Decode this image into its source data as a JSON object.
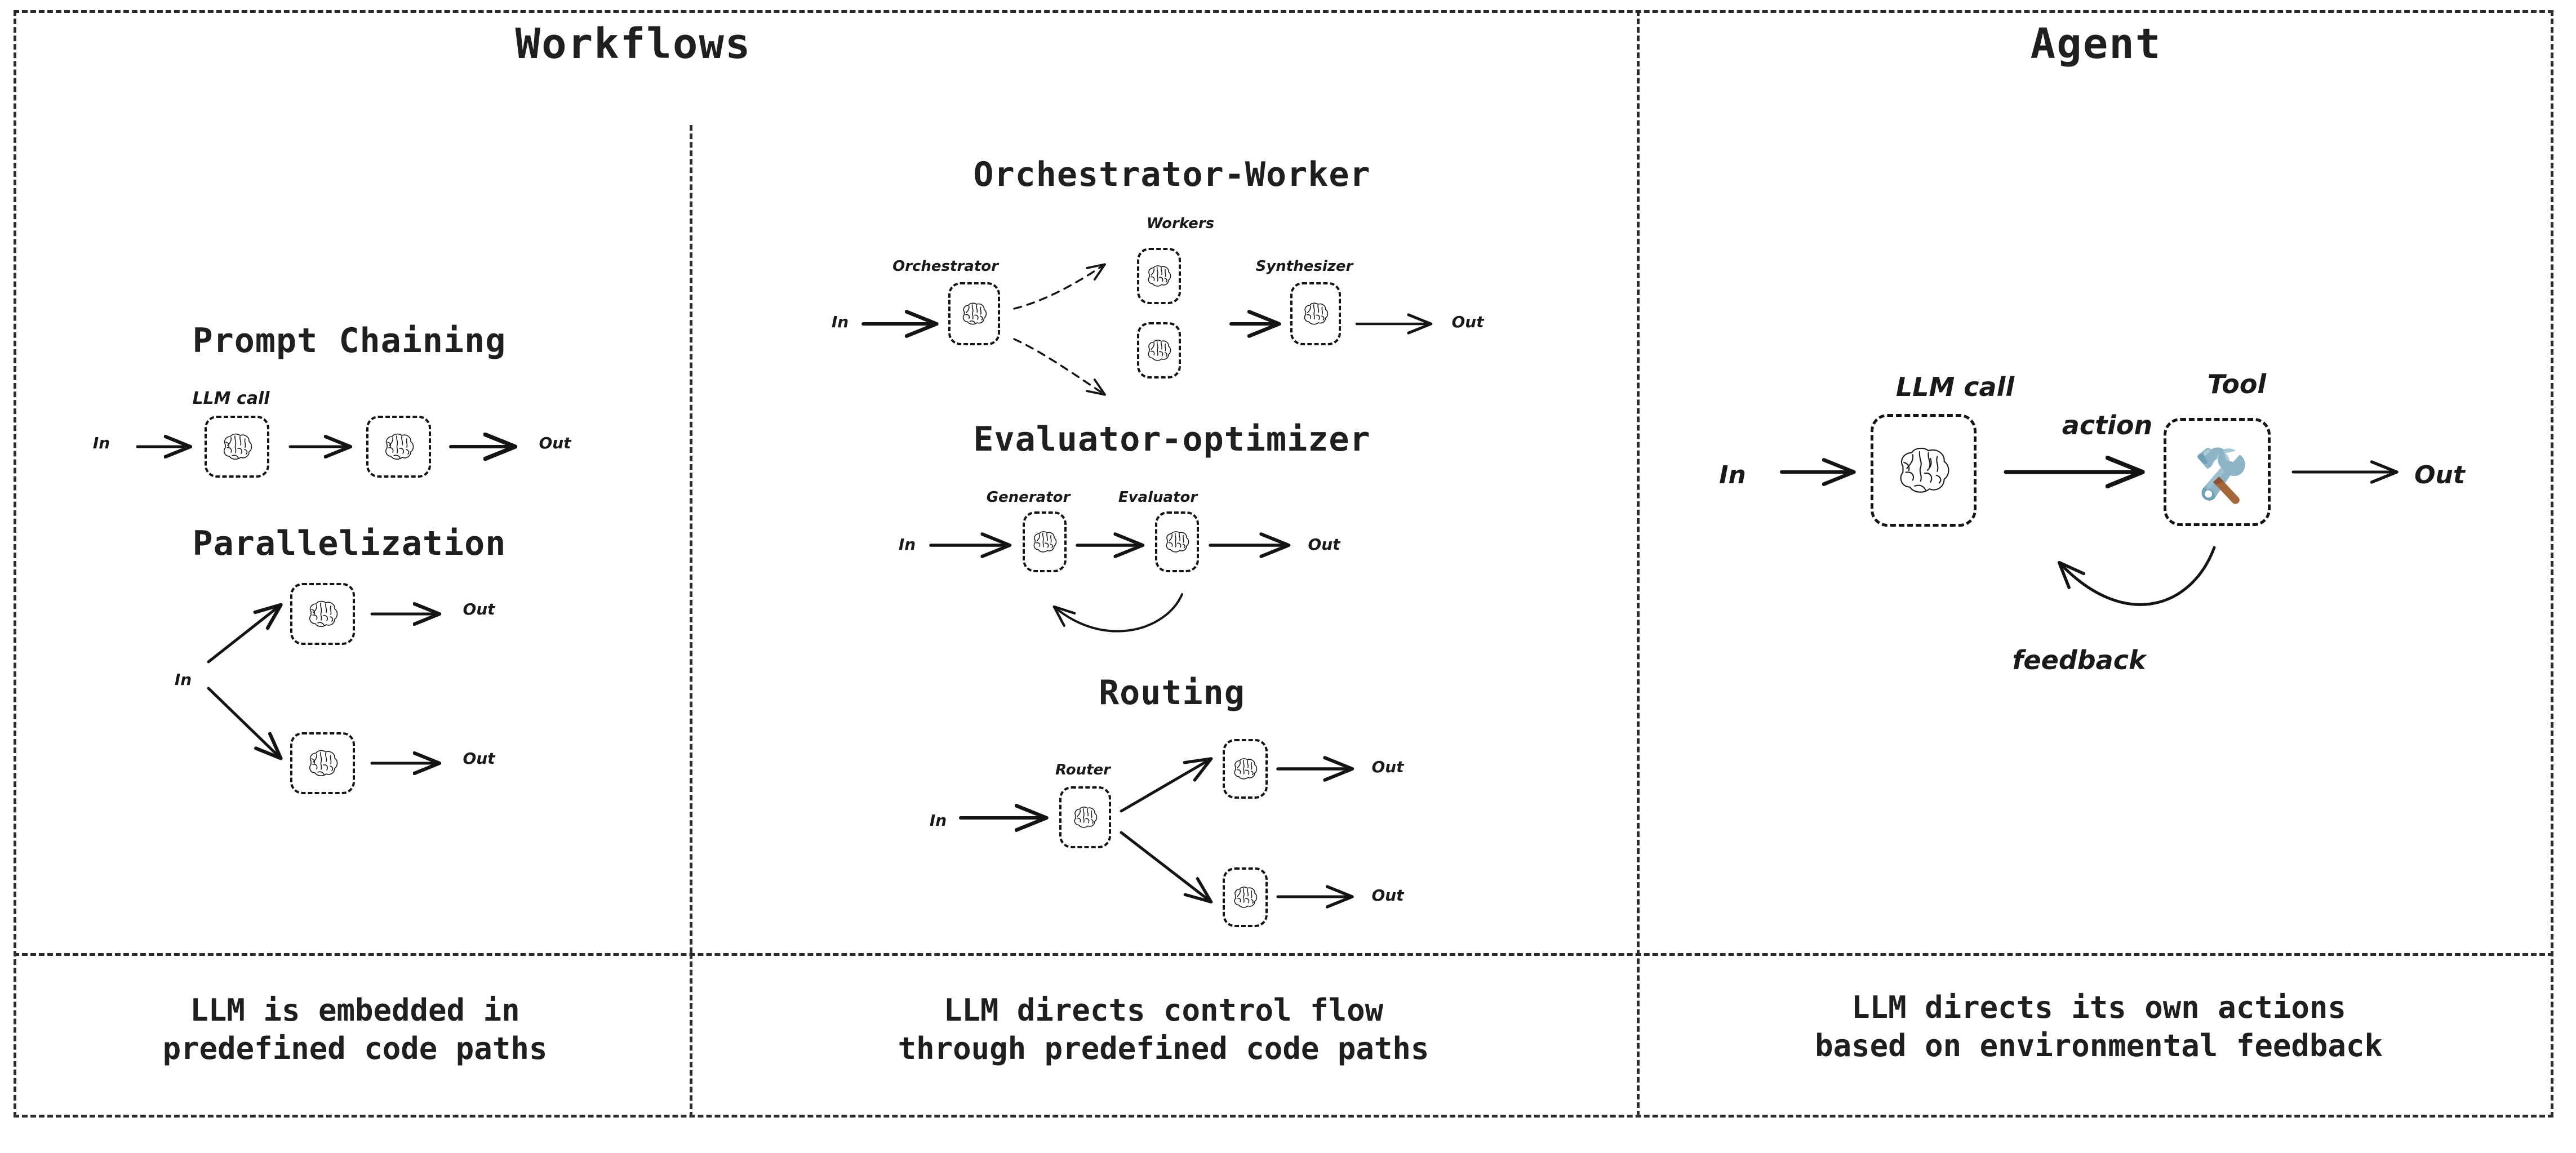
{
  "figure": {
    "title": "Agent workflow patterns",
    "background": "#ffffff",
    "ink": "#1a1a1a"
  },
  "panels": [
    {
      "id": "workflows",
      "header": "Workflows",
      "caption": "LLM is embedded in\npredefined code paths"
    },
    {
      "id": "workflows-2",
      "header": "",
      "caption": "LLM directs control flow\nthrough predefined code paths"
    },
    {
      "id": "agent",
      "header": "Agent",
      "caption": "LLM directs its own actions\nbased on environmental feedback"
    }
  ],
  "sections": {
    "prompt_chaining": {
      "title": "Prompt Chaining",
      "node_label": "LLM call",
      "in_label": "In",
      "out_label": "Out",
      "nodes": [
        "brain-icon",
        "brain-icon"
      ]
    },
    "parallelization": {
      "title": "Parallelization",
      "in_label": "In",
      "out_labels": [
        "Out",
        "Out"
      ],
      "nodes": [
        "brain-icon",
        "brain-icon"
      ]
    },
    "orchestrator_worker": {
      "title": "Orchestrator-Worker",
      "in_label": "In",
      "out_label": "Out",
      "labels": {
        "orchestrator": "Orchestrator",
        "workers": "Workers",
        "synthesizer": "Synthesizer"
      },
      "nodes": [
        "brain-icon",
        "brain-icon",
        "brain-icon",
        "brain-icon"
      ]
    },
    "evaluator_optimizer": {
      "title": "Evaluator-optimizer",
      "in_label": "In",
      "out_label": "Out",
      "labels": {
        "generator": "Generator",
        "evaluator": "Evaluator"
      },
      "nodes": [
        "brain-icon",
        "brain-icon"
      ]
    },
    "routing": {
      "title": "Routing",
      "in_label": "In",
      "out_labels": [
        "Out",
        "Out"
      ],
      "labels": {
        "router": "Router"
      },
      "nodes": [
        "brain-icon",
        "brain-icon",
        "brain-icon"
      ]
    },
    "agent": {
      "in_label": "In",
      "out_label": "Out",
      "labels": {
        "llm_call": "LLM call",
        "tool": "Tool",
        "action": "action",
        "feedback": "feedback"
      },
      "nodes": [
        "brain-icon",
        "tool-icon"
      ],
      "tool_colors": {
        "metal": "#8cb4c6",
        "metal_dark": "#6fa0b4",
        "metal_light": "#a9cbd8",
        "handle": "#a5663a"
      }
    }
  }
}
